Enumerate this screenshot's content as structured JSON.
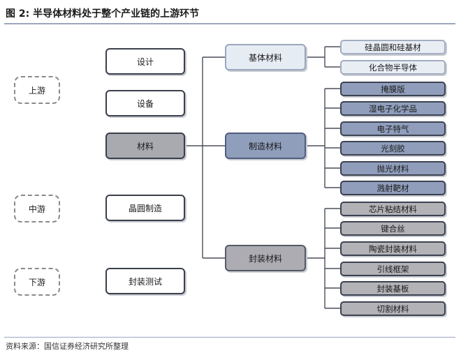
{
  "title": "图 2:  半导体材料处于整个产业链的上游环节",
  "source": "资料来源：国信证券经济研究所整理",
  "stages": {
    "upstream": "上游",
    "midstream": "中游",
    "downstream": "下游"
  },
  "level1": {
    "design": "设计",
    "equipment": "设备",
    "materials": "材料",
    "wafer": "晶圆制造",
    "packaging_test": "封装测试"
  },
  "categories": {
    "base": "基体材料",
    "manufacturing": "制造材料",
    "packaging": "封装材料"
  },
  "base_items": [
    "硅晶圆和硅基材",
    "化合物半导体"
  ],
  "manufacturing_items": [
    "掩膜版",
    "湿电子化学品",
    "电子特气",
    "光刻胶",
    "抛光材料",
    "溅射靶材"
  ],
  "packaging_items": [
    "芯片粘结材料",
    "键合丝",
    "陶瓷封装材料",
    "引线框架",
    "封装基板",
    "切割材料"
  ]
}
